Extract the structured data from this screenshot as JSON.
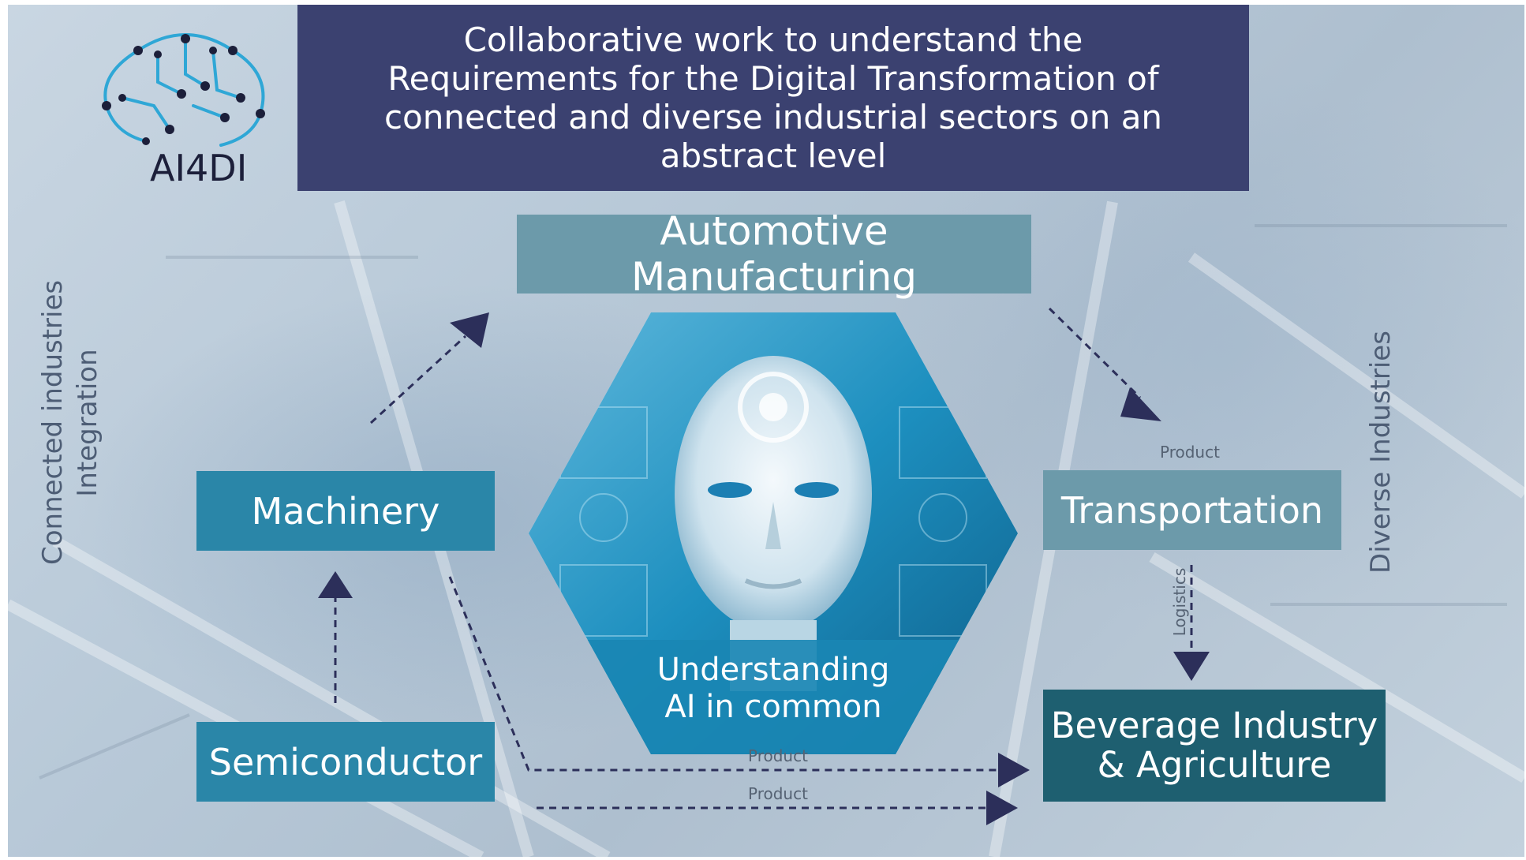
{
  "logo": {
    "text": "AI4DI",
    "icon": "circuit-brain-icon"
  },
  "title": {
    "lines": [
      "Collaborative work to understand the",
      "Requirements for the Digital Transformation of",
      "connected and diverse industrial sectors on an",
      "abstract level"
    ]
  },
  "nodes": {
    "automotive": "Automotive Manufacturing",
    "machinery": "Machinery",
    "semiconductor": "Semiconductor",
    "transportation": "Transportation",
    "beverage": [
      "Beverage Industry",
      "& Agriculture"
    ]
  },
  "center": {
    "caption": [
      "Understanding",
      "AI in common"
    ],
    "image": "ai-robot-face-icon"
  },
  "side_labels": {
    "left": [
      "Connected industries",
      "Integration"
    ],
    "right": "Diverse Industries"
  },
  "edge_labels": {
    "automotive_to_transportation": "Product",
    "transportation_to_beverage": "Logistics",
    "machinery_to_beverage": "Product",
    "semiconductor_to_beverage": "Product"
  },
  "colors": {
    "title_bg": "#3b4170",
    "node_light": "#6c9aaa",
    "node_blue": "#2a86a8",
    "node_dark": "#1e5f70",
    "arrow": "#2c2f5a"
  }
}
